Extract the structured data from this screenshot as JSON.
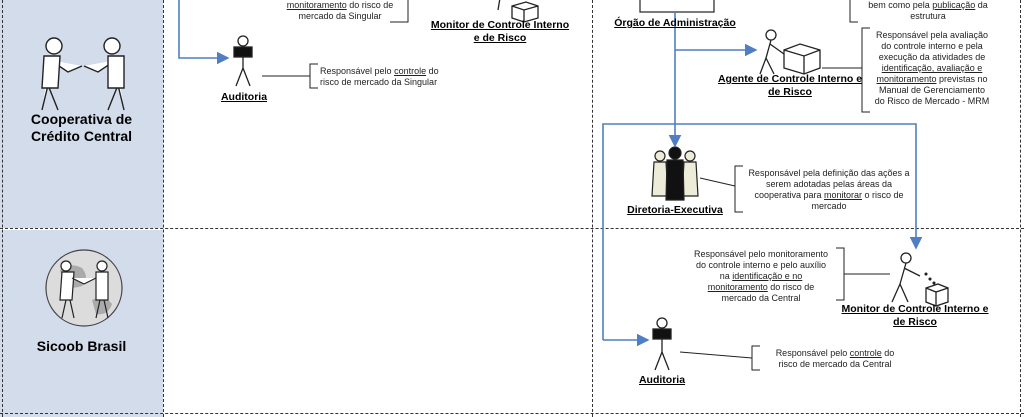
{
  "lanes": {
    "coop_central": "Cooperativa de Crédito Central",
    "sicoob": "Sicoob Brasil"
  },
  "roles": {
    "monitor_top": "Monitor de Controle Interno e de Risco",
    "auditoria_top": "Auditoria",
    "orgao": "Órgão de Administração",
    "agente": "Agente de Controle Interno e de Risco",
    "diretoria": "Diretoria-Executiva",
    "monitor_bottom": "Monitor de Controle Interno e de Risco",
    "auditoria_bottom": "Auditoria"
  },
  "notes": {
    "monitor_top_partial": {
      "line1_u": "monitoramento",
      "line1_rest": " do risco de",
      "line2": "mercado da Singular"
    },
    "auditoria_top": {
      "line1_pre": "Responsável pelo ",
      "line1_u": "controle",
      "line1_post": " do",
      "line2": "risco de mercado da Singular"
    },
    "orgao_partial": {
      "line1_pre": "bem como pela ",
      "line1_u": "publicação",
      "line1_post": " da",
      "line2": "estrutura"
    },
    "agente": {
      "l1": "Responsável pela avaliação",
      "l2": "do controle interno e pela",
      "l3": "execução da atividades de",
      "l4_u": "identificação, avaliação e",
      "l5_u": "monitoramento",
      "l5_post": " previstas no",
      "l6": "Manual de Gerenciamento",
      "l7": "do Risco de Mercado - MRM"
    },
    "diretoria": {
      "l1": "Responsável pela definição das ações a",
      "l2": "serem adotadas pelas áreas da",
      "l3_pre": "cooperativa para ",
      "l3_u": "monitorar",
      "l3_post": " o risco de",
      "l4": "mercado"
    },
    "monitor_bottom": {
      "l1": "Responsável pelo monitoramento",
      "l2": "do controle interno e pelo auxílio",
      "l3": "na ",
      "l3_u": "identificação e no",
      "l4_u": "monitoramento",
      "l4_post": " do risco de",
      "l5": "mercado da Central"
    },
    "auditoria_bottom": {
      "line1_pre": "Responsável pelo ",
      "line1_u": "controle",
      "line1_post": " do",
      "line2": "risco de mercado da Central"
    }
  },
  "colors": {
    "lane_bg": "#d3dceb",
    "arrow": "#4f7fc2",
    "figure_stroke": "#222222",
    "figure_fill": "#ffffff",
    "diretoria_dark": "#111111",
    "diretoria_light": "#ececd8"
  }
}
